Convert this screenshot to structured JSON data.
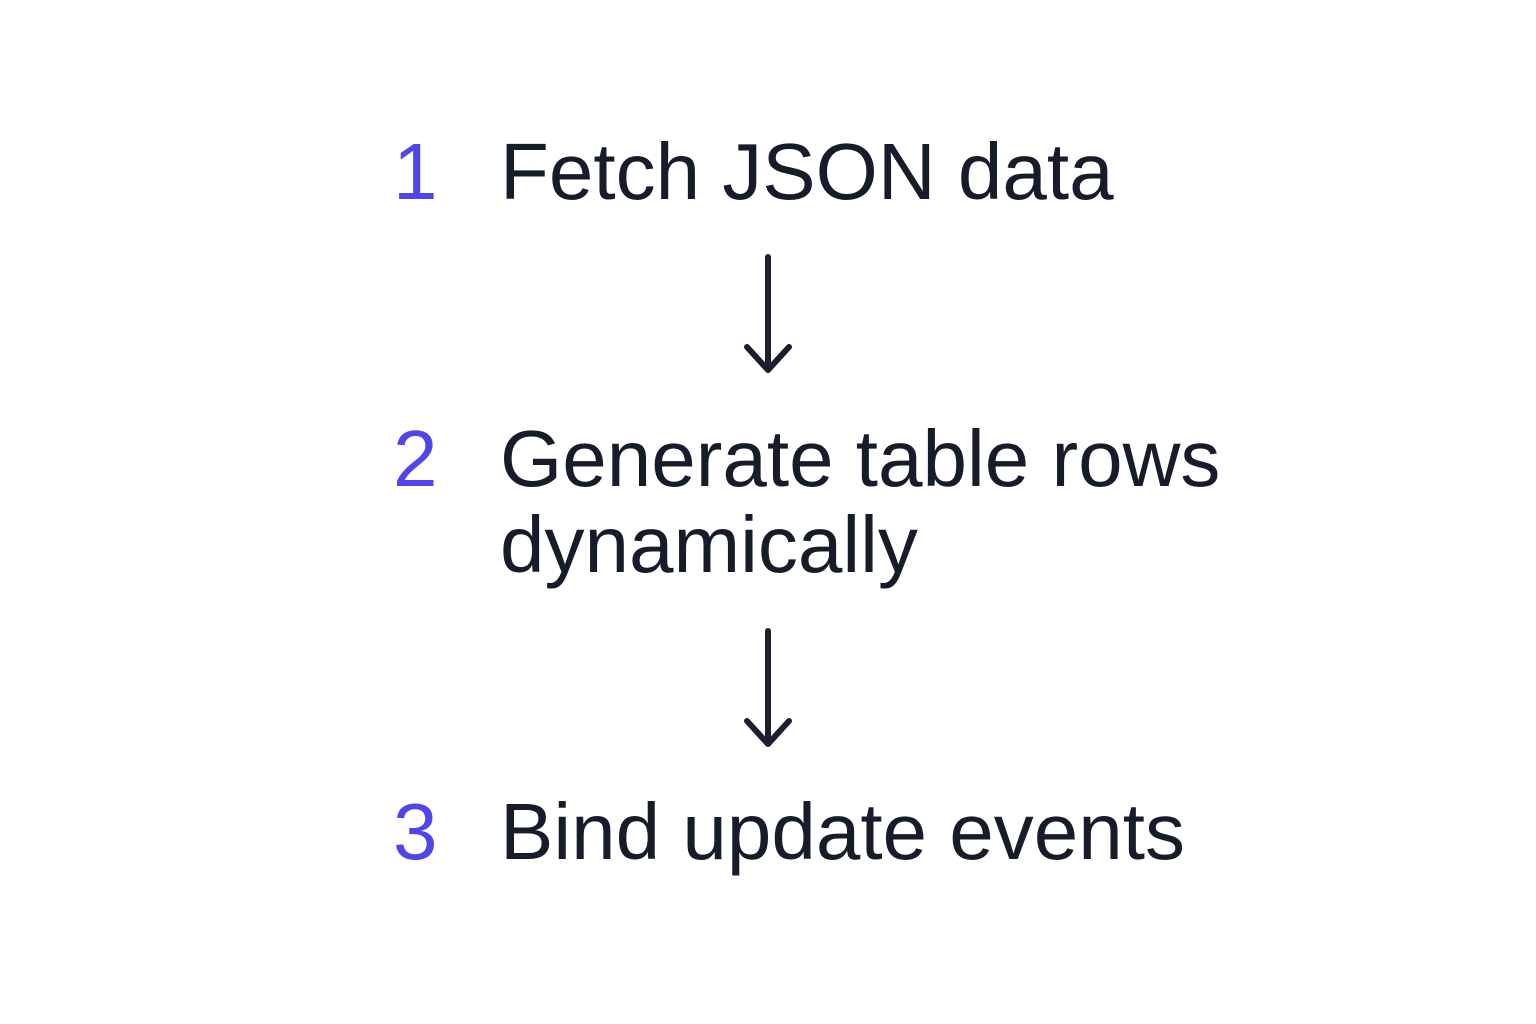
{
  "diagram": {
    "title": "json-table-binding-flow",
    "steps": [
      {
        "number": "1",
        "label": "Fetch JSON data"
      },
      {
        "number": "2",
        "label": "Generate table rows\ndynamically"
      },
      {
        "number": "3",
        "label": "Bind update events"
      }
    ],
    "connectors": [
      {
        "name": "arrow-down-icon"
      },
      {
        "name": "arrow-down-icon"
      }
    ]
  },
  "colors": {
    "step_number": "#4F45E8",
    "text": "#161C29",
    "arrow": "#1A202C",
    "background": "#ffffff"
  }
}
